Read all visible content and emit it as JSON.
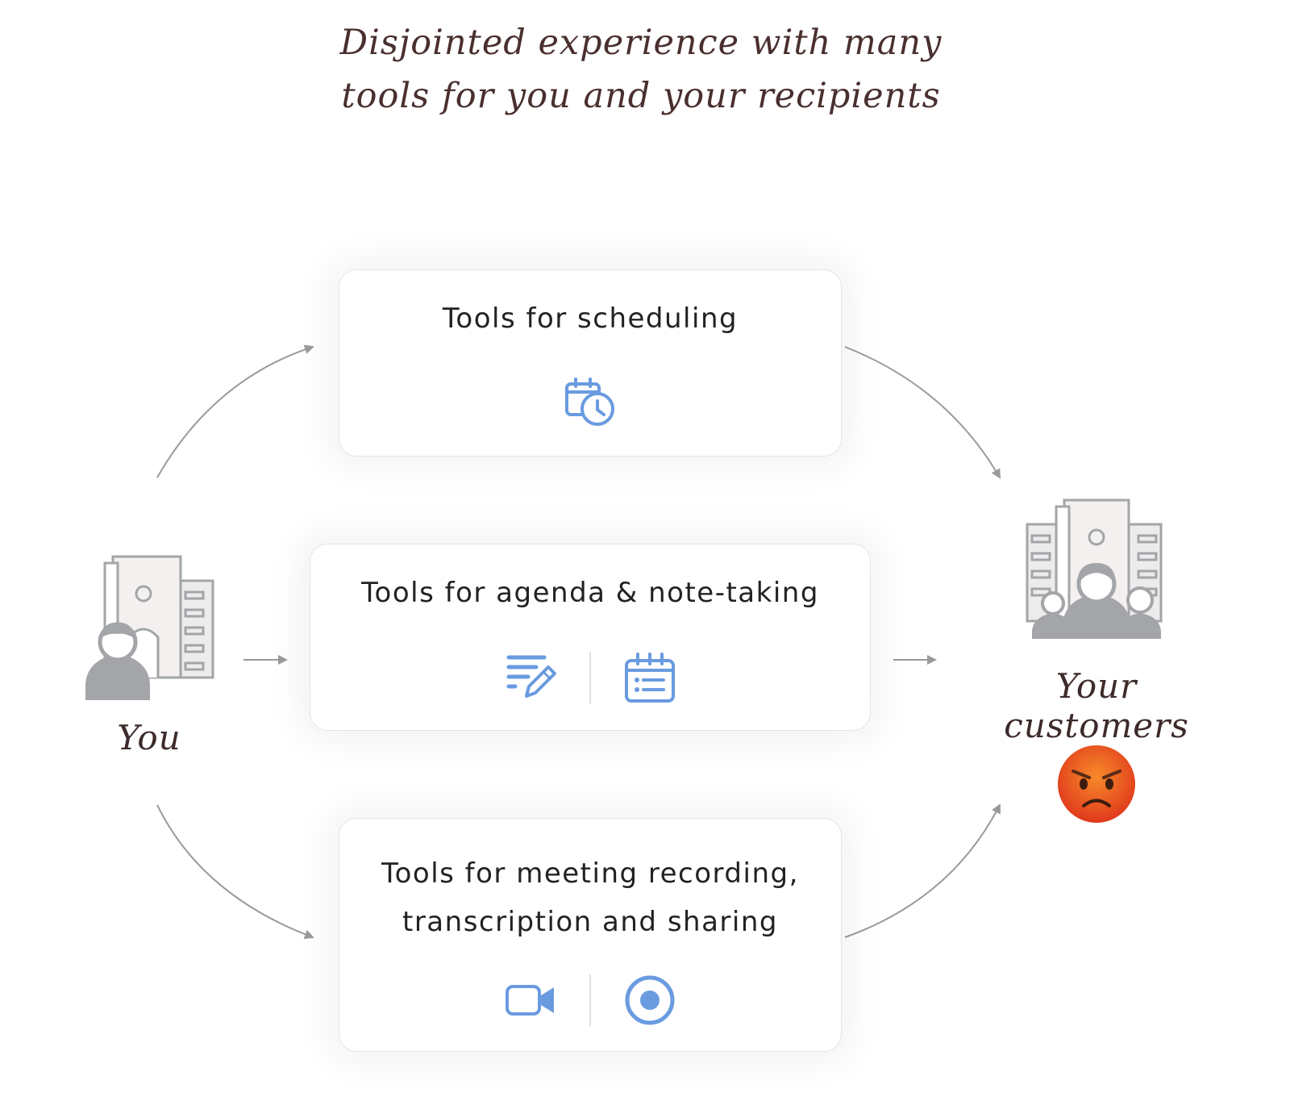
{
  "headline": {
    "line1": "Disjointed experience with many",
    "line2": "tools for you and your recipients"
  },
  "cards": [
    {
      "title_lines": [
        "Tools for scheduling"
      ],
      "icons": [
        "calendar-clock-icon"
      ]
    },
    {
      "title_lines": [
        "Tools for agenda & note-taking"
      ],
      "icons": [
        "note-edit-icon",
        "calendar-list-icon"
      ]
    },
    {
      "title_lines": [
        "Tools for meeting recording,",
        "transcription and sharing"
      ],
      "icons": [
        "video-camera-icon",
        "record-icon"
      ]
    }
  ],
  "actors": {
    "you": "You",
    "customers": "Your customers"
  },
  "reaction_icon": "angry-face-icon",
  "colors": {
    "icon_blue": "#6a9be0",
    "figure_gray": "#a3a5a8",
    "text_brown": "#4a2f2f",
    "arrow_gray": "#9a9a9a",
    "angry_red": "#e0391c"
  }
}
